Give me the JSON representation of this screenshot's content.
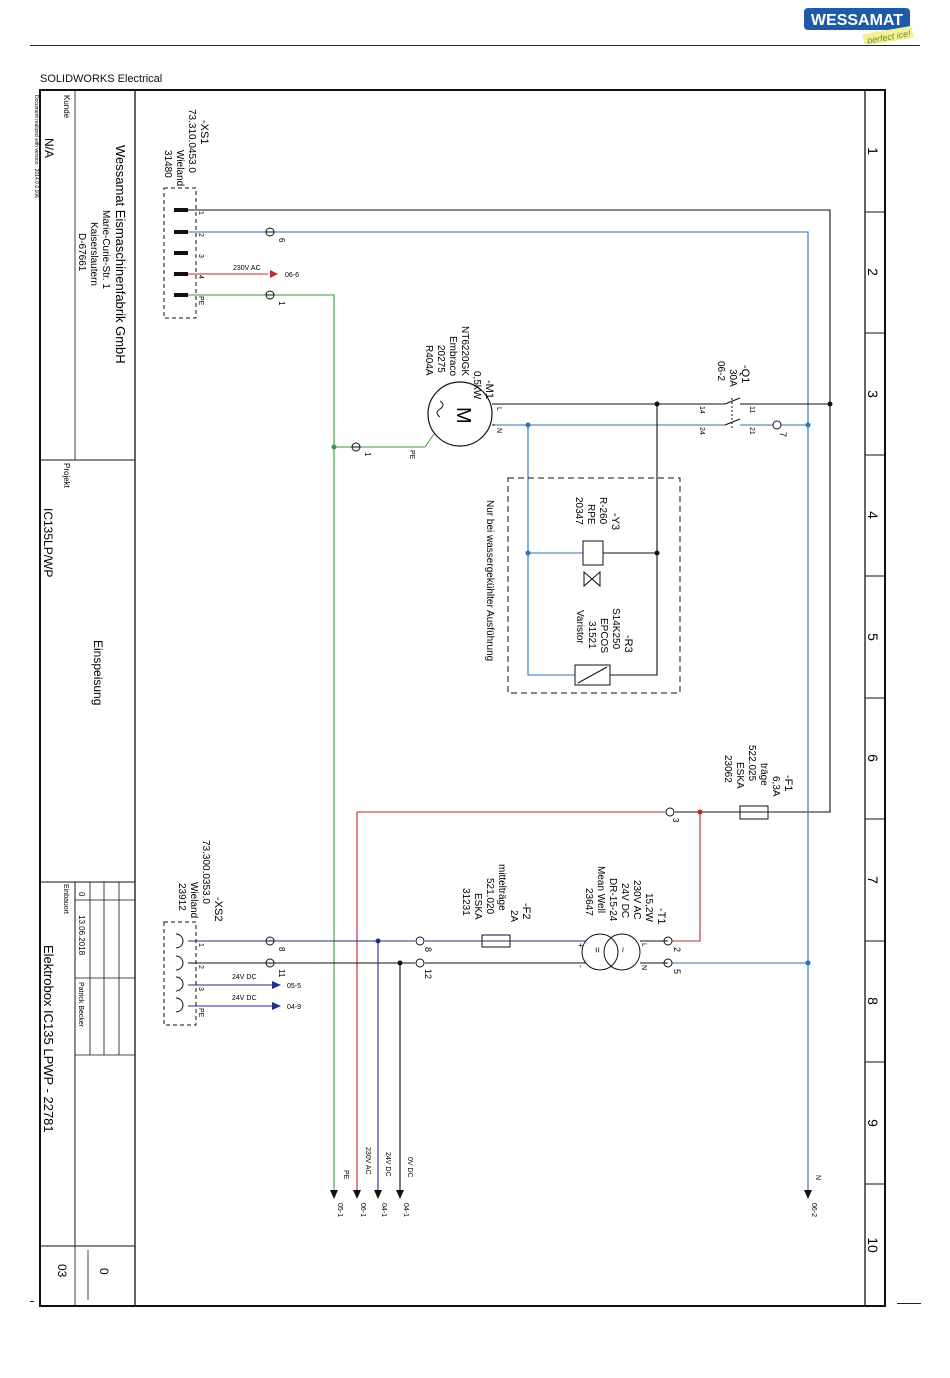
{
  "header": {
    "logo_text": "WESSAMAT",
    "logo_tagline": "perfect ice!",
    "software": "SOLIDWORKS Electrical"
  },
  "colors": {
    "black": "#111111",
    "blue": "#2a73b8",
    "red": "#c0282d",
    "green": "#3a9a3a",
    "navy": "#1f2f86",
    "logo": "#1e5aa8",
    "tagline": "#6b8e23"
  },
  "title_block": {
    "doc_version": "Document realized with version : 2014.0.0.106",
    "customer_label": "Kunde",
    "customer": "N/A",
    "company": "Wessamat Eismaschinenfabrik GmbH",
    "street": "Marie-Curie-Str. 1",
    "city": "Kaiserslautern",
    "zip": "D-67661",
    "project_label": "Projekt",
    "project": "IC135LP/WP",
    "page_title": "Einspeisung",
    "rev_no": "0",
    "rev_date": "13.06.2018",
    "rev_author": "Patrick Becker",
    "install_label": "Einbauort",
    "drawing_title": "Elektrobox IC135 LPWP - 22781",
    "sheet_rev": "0",
    "sheet_no": "03"
  },
  "columns": [
    "1",
    "2",
    "3",
    "4",
    "5",
    "6",
    "7",
    "8",
    "9",
    "10"
  ],
  "components": {
    "xs1": {
      "tag": "-XS1",
      "lines": [
        "73.310.0453.0",
        "Wieland",
        "31480"
      ],
      "pins": [
        "1",
        "2",
        "3",
        "4",
        "PE"
      ]
    },
    "m1": {
      "tag": "-M1",
      "lines": [
        "0,5kW",
        "NT6220GK",
        "Embraco",
        "20275",
        "R404A"
      ],
      "pin_l": "L",
      "pin_n": "N",
      "pin_pe": "PE"
    },
    "q1": {
      "tag": "-Q1",
      "lines": [
        "30A",
        "06-2"
      ],
      "pins": [
        "14",
        "24",
        "11",
        "21"
      ]
    },
    "y3": {
      "tag": "-Y3",
      "lines": [
        "R-260",
        "RPE",
        "20347"
      ]
    },
    "r3": {
      "tag": "-R3",
      "lines": [
        "S14K250",
        "EPCOS",
        "31521",
        "Varistor"
      ]
    },
    "note_water": "Nur bei wassergekühlter Ausführung",
    "f1": {
      "tag": "-F1",
      "lines": [
        "6,3A",
        "träge",
        "522.025",
        "ESKA",
        "23062"
      ]
    },
    "t1": {
      "tag": "-T1",
      "lines": [
        "15,2W",
        "230V AC",
        "24V DC",
        "DR-15-24",
        "Mean Well",
        "23647"
      ],
      "pin_plus": "+",
      "pin_minus": "-",
      "pin_l": "L",
      "pin_n": "N"
    },
    "f2": {
      "tag": "-F2",
      "lines": [
        "2A",
        "mittelträge",
        "521.020",
        "ESKA",
        "31231"
      ]
    },
    "xs2": {
      "tag": "-XS2",
      "lines": [
        "73.300.0353.0",
        "Wieland",
        "23912"
      ],
      "pins": [
        "1",
        "2",
        "3",
        "PE"
      ]
    }
  },
  "connection_points": {
    "p6": "6",
    "p1a": "1",
    "p1b": "1",
    "p7": "7",
    "p3": "3",
    "p2": "2",
    "p5": "5",
    "p8": "8",
    "p12": "12",
    "p11": "11"
  },
  "signals": {
    "s230_label": "230V AC",
    "s230_ref": "06-6",
    "s24a_label": "24V DC",
    "s24a_ref": "05-5",
    "s24b_label": "24V DC",
    "s24b_ref": "04-9"
  },
  "bottom_refs": [
    {
      "label": "PE",
      "ref": "05-1"
    },
    {
      "label": "",
      "ref": "06-1"
    },
    {
      "label": "230V AC",
      "ref": ""
    },
    {
      "label": "24V DC",
      "ref": "04-1"
    },
    {
      "label": "0V DC",
      "ref": "04-1"
    }
  ],
  "n_ref": {
    "label": "N",
    "ref": "06-2"
  }
}
